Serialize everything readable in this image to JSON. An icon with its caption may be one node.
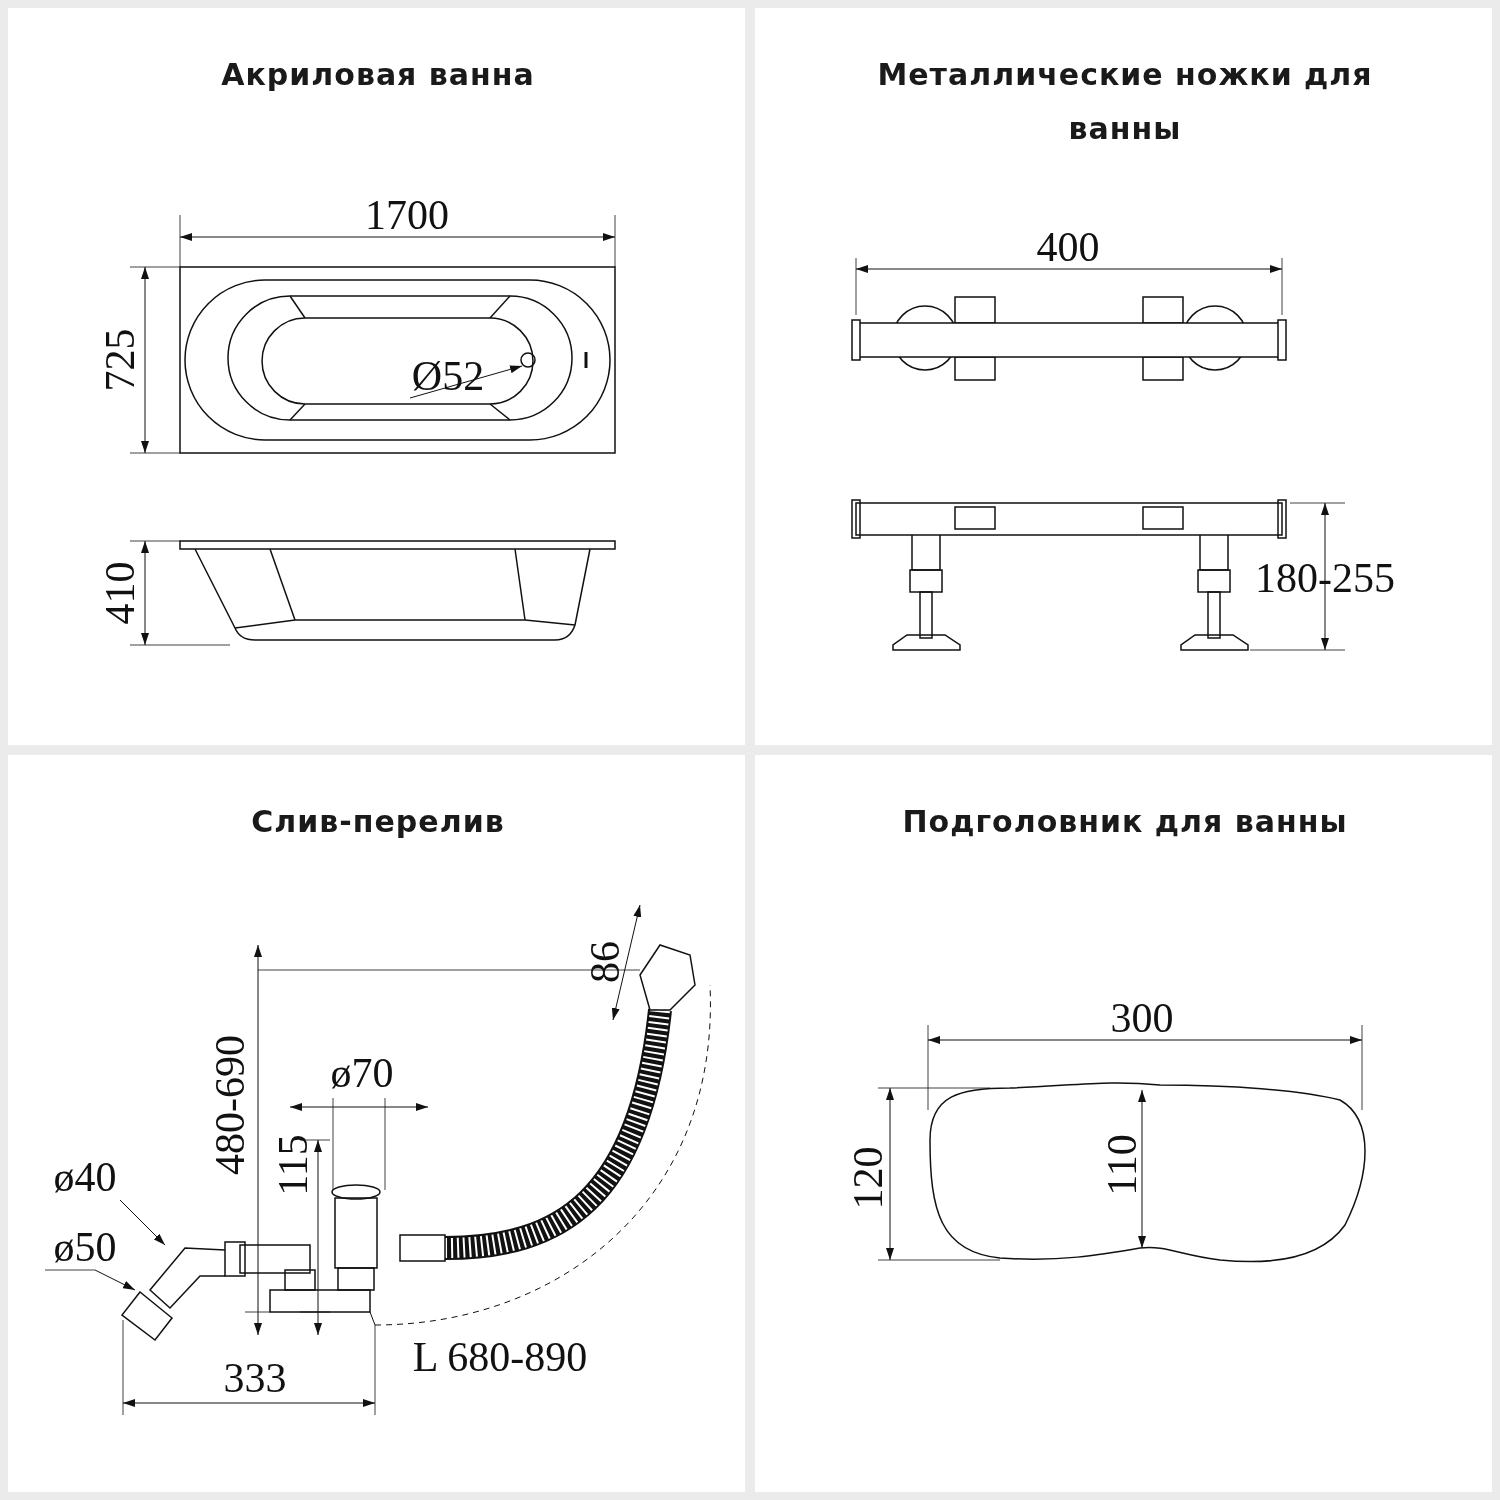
{
  "diagram": {
    "nodes": [
      {
        "text": [
          "Акриловая ванна"
        ]
      },
      {
        "text": [
          "Металлические ножки для ванны"
        ]
      },
      {
        "text": [
          "Слив-перелив"
        ]
      },
      {
        "text": [
          "Подголовник для ванны"
        ]
      }
    ],
    "labels": [
      "1700",
      "725",
      "Ø52",
      "410",
      "400",
      "180-255",
      "86",
      "480-690",
      "ø70",
      "115",
      "ø40",
      "ø50",
      "333",
      "L 680-890",
      "300",
      "120",
      "110"
    ]
  }
}
